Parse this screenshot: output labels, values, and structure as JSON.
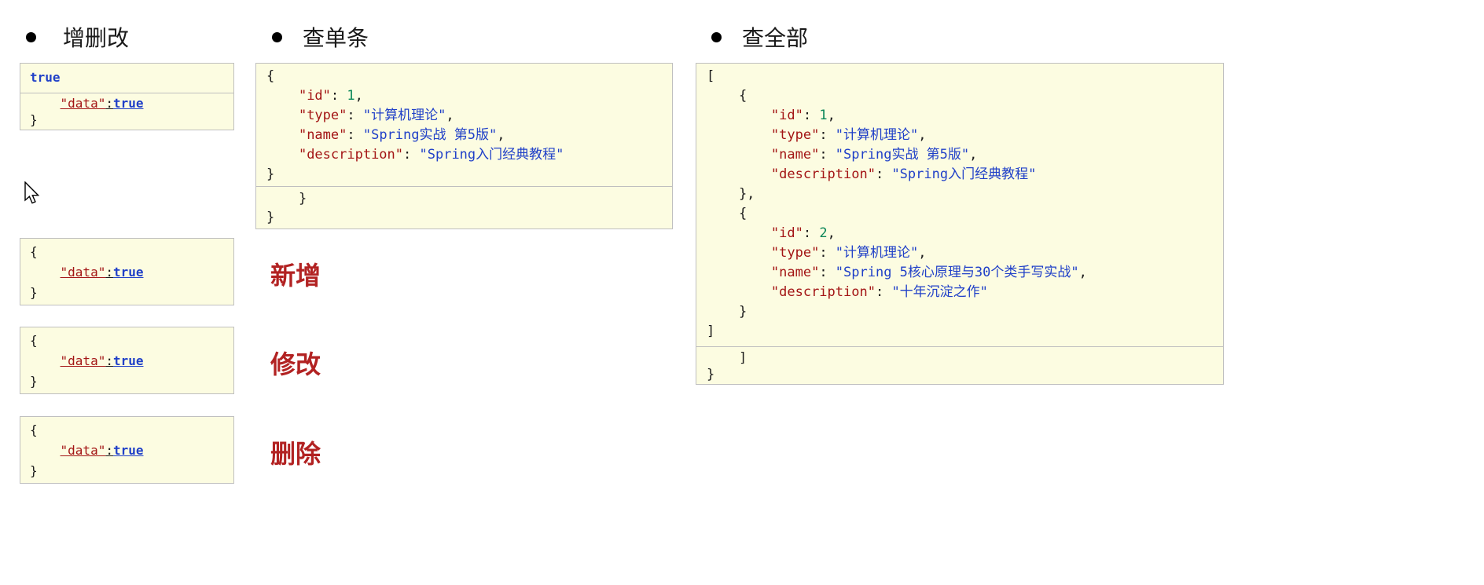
{
  "colors": {
    "code_background": "#FCFCE1",
    "code_border": "#BFBFBF",
    "json_key": "#A31515",
    "json_string": "#2040C8",
    "json_number": "#098658",
    "json_literal": "#2040C8",
    "action_label": "#B22222"
  },
  "sections": {
    "crud": {
      "heading": "增删改",
      "result_top": [
        [
          {
            "t": "true",
            "c": "b"
          }
        ]
      ],
      "result_bottom": [
        [
          {
            "t": "    "
          },
          {
            "t": "\"data\"",
            "c": "k",
            "u": 1
          },
          {
            "t": ":",
            "c": "p",
            "u": 1
          },
          {
            "t": "true",
            "c": "b",
            "u": 1
          }
        ],
        [
          {
            "t": "}"
          }
        ]
      ],
      "actions": [
        {
          "label": "新增",
          "code": [
            [
              {
                "t": "{"
              }
            ],
            [
              {
                "t": "    "
              },
              {
                "t": "\"data\"",
                "c": "k",
                "u": 1
              },
              {
                "t": ":",
                "c": "p",
                "u": 1
              },
              {
                "t": "true",
                "c": "b",
                "u": 1
              }
            ],
            [
              {
                "t": "}"
              }
            ]
          ]
        },
        {
          "label": "修改",
          "code": [
            [
              {
                "t": "{"
              }
            ],
            [
              {
                "t": "    "
              },
              {
                "t": "\"data\"",
                "c": "k",
                "u": 1
              },
              {
                "t": ":",
                "c": "p",
                "u": 1
              },
              {
                "t": "true",
                "c": "b",
                "u": 1
              }
            ],
            [
              {
                "t": "}"
              }
            ]
          ]
        },
        {
          "label": "删除",
          "code": [
            [
              {
                "t": "{"
              }
            ],
            [
              {
                "t": "    "
              },
              {
                "t": "\"data\"",
                "c": "k",
                "u": 1
              },
              {
                "t": ":",
                "c": "p",
                "u": 1
              },
              {
                "t": "true",
                "c": "b",
                "u": 1
              }
            ],
            [
              {
                "t": "}"
              }
            ]
          ]
        }
      ]
    },
    "query_one": {
      "heading": "查单条",
      "code": [
        [
          {
            "t": "{"
          }
        ],
        [
          {
            "t": "    "
          },
          {
            "t": "\"id\"",
            "c": "k"
          },
          {
            "t": ": "
          },
          {
            "t": "1",
            "c": "n"
          },
          {
            "t": ","
          }
        ],
        [
          {
            "t": "    "
          },
          {
            "t": "\"type\"",
            "c": "k"
          },
          {
            "t": ": "
          },
          {
            "t": "\"计算机理论\"",
            "c": "s"
          },
          {
            "t": ","
          }
        ],
        [
          {
            "t": "    "
          },
          {
            "t": "\"name\"",
            "c": "k"
          },
          {
            "t": ": "
          },
          {
            "t": "\"Spring实战 第5版\"",
            "c": "s"
          },
          {
            "t": ","
          }
        ],
        [
          {
            "t": "    "
          },
          {
            "t": "\"description\"",
            "c": "k"
          },
          {
            "t": ": "
          },
          {
            "t": "\"Spring入门经典教程\"",
            "c": "s"
          }
        ],
        [
          {
            "t": "}"
          }
        ]
      ],
      "tail": [
        [
          {
            "t": "    }"
          }
        ],
        [
          {
            "t": "}"
          }
        ]
      ]
    },
    "query_all": {
      "heading": "查全部",
      "code": [
        [
          {
            "t": "["
          }
        ],
        [
          {
            "t": "    {"
          }
        ],
        [
          {
            "t": "        "
          },
          {
            "t": "\"id\"",
            "c": "k"
          },
          {
            "t": ": "
          },
          {
            "t": "1",
            "c": "n"
          },
          {
            "t": ","
          }
        ],
        [
          {
            "t": "        "
          },
          {
            "t": "\"type\"",
            "c": "k"
          },
          {
            "t": ": "
          },
          {
            "t": "\"计算机理论\"",
            "c": "s"
          },
          {
            "t": ","
          }
        ],
        [
          {
            "t": "        "
          },
          {
            "t": "\"name\"",
            "c": "k"
          },
          {
            "t": ": "
          },
          {
            "t": "\"Spring实战 第5版\"",
            "c": "s"
          },
          {
            "t": ","
          }
        ],
        [
          {
            "t": "        "
          },
          {
            "t": "\"description\"",
            "c": "k"
          },
          {
            "t": ": "
          },
          {
            "t": "\"Spring入门经典教程\"",
            "c": "s"
          }
        ],
        [
          {
            "t": "    },"
          }
        ],
        [
          {
            "t": "    {"
          }
        ],
        [
          {
            "t": "        "
          },
          {
            "t": "\"id\"",
            "c": "k"
          },
          {
            "t": ": "
          },
          {
            "t": "2",
            "c": "n"
          },
          {
            "t": ","
          }
        ],
        [
          {
            "t": "        "
          },
          {
            "t": "\"type\"",
            "c": "k"
          },
          {
            "t": ": "
          },
          {
            "t": "\"计算机理论\"",
            "c": "s"
          },
          {
            "t": ","
          }
        ],
        [
          {
            "t": "        "
          },
          {
            "t": "\"name\"",
            "c": "k"
          },
          {
            "t": ": "
          },
          {
            "t": "\"Spring 5核心原理与30个类手写实战\"",
            "c": "s"
          },
          {
            "t": ","
          }
        ],
        [
          {
            "t": "        "
          },
          {
            "t": "\"description\"",
            "c": "k"
          },
          {
            "t": ": "
          },
          {
            "t": "\"十年沉淀之作\"",
            "c": "s"
          }
        ],
        [
          {
            "t": "    }"
          }
        ],
        [
          {
            "t": "]"
          }
        ]
      ],
      "tail": [
        [
          {
            "t": "    ]"
          }
        ],
        [
          {
            "t": "}"
          }
        ]
      ]
    }
  }
}
